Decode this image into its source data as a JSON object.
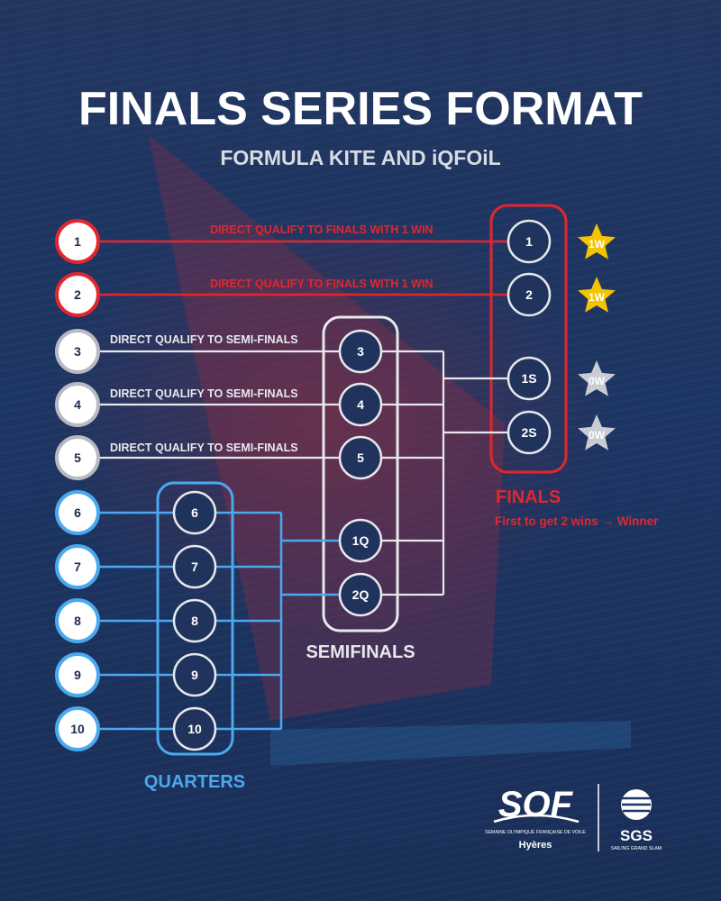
{
  "title": "FINALS SERIES FORMAT",
  "subtitle": "FORMULA KITE AND iQFOiL",
  "colors": {
    "red": "#e3262d",
    "white": "#e8e8ec",
    "blue": "#4aa9ee",
    "gold": "#f4c400",
    "grey_star": "#c9ccd3",
    "node_fill": "#20335c"
  },
  "seeds": [
    {
      "label": "1",
      "group": "red",
      "note": "DIRECT QUALIFY TO FINALS WITH 1 WIN"
    },
    {
      "label": "2",
      "group": "red",
      "note": "DIRECT QUALIFY TO FINALS WITH 1 WIN"
    },
    {
      "label": "3",
      "group": "white",
      "note": "DIRECT QUALIFY TO SEMI-FINALS"
    },
    {
      "label": "4",
      "group": "white",
      "note": "DIRECT QUALIFY TO SEMI-FINALS"
    },
    {
      "label": "5",
      "group": "white",
      "note": "DIRECT QUALIFY TO SEMI-FINALS"
    },
    {
      "label": "6",
      "group": "blue",
      "note": ""
    },
    {
      "label": "7",
      "group": "blue",
      "note": ""
    },
    {
      "label": "8",
      "group": "blue",
      "note": ""
    },
    {
      "label": "9",
      "group": "blue",
      "note": ""
    },
    {
      "label": "10",
      "group": "blue",
      "note": ""
    }
  ],
  "quarters": {
    "heading": "QUARTERS",
    "slots": [
      "6",
      "7",
      "8",
      "9",
      "10"
    ]
  },
  "semifinals": {
    "heading": "SEMIFINALS",
    "slots": [
      "3",
      "4",
      "5",
      "1Q",
      "2Q"
    ]
  },
  "finals": {
    "heading": "FINALS",
    "rule": "First to get 2 wins → Winner",
    "slots": [
      {
        "label": "1",
        "badge": "1W",
        "star": "gold"
      },
      {
        "label": "2",
        "badge": "1W",
        "star": "gold"
      },
      {
        "label": "1S",
        "badge": "0W",
        "star": "grey"
      },
      {
        "label": "2S",
        "badge": "0W",
        "star": "grey"
      }
    ]
  },
  "logos": {
    "sof_text": "SOF",
    "sof_tagline": "SEMAINE OLYMPIQUE FRANÇAISE DE VOILE",
    "sof_city": "Hyères",
    "sgs_text": "SGS",
    "sgs_tagline": "SAILING GRAND SLAM"
  }
}
